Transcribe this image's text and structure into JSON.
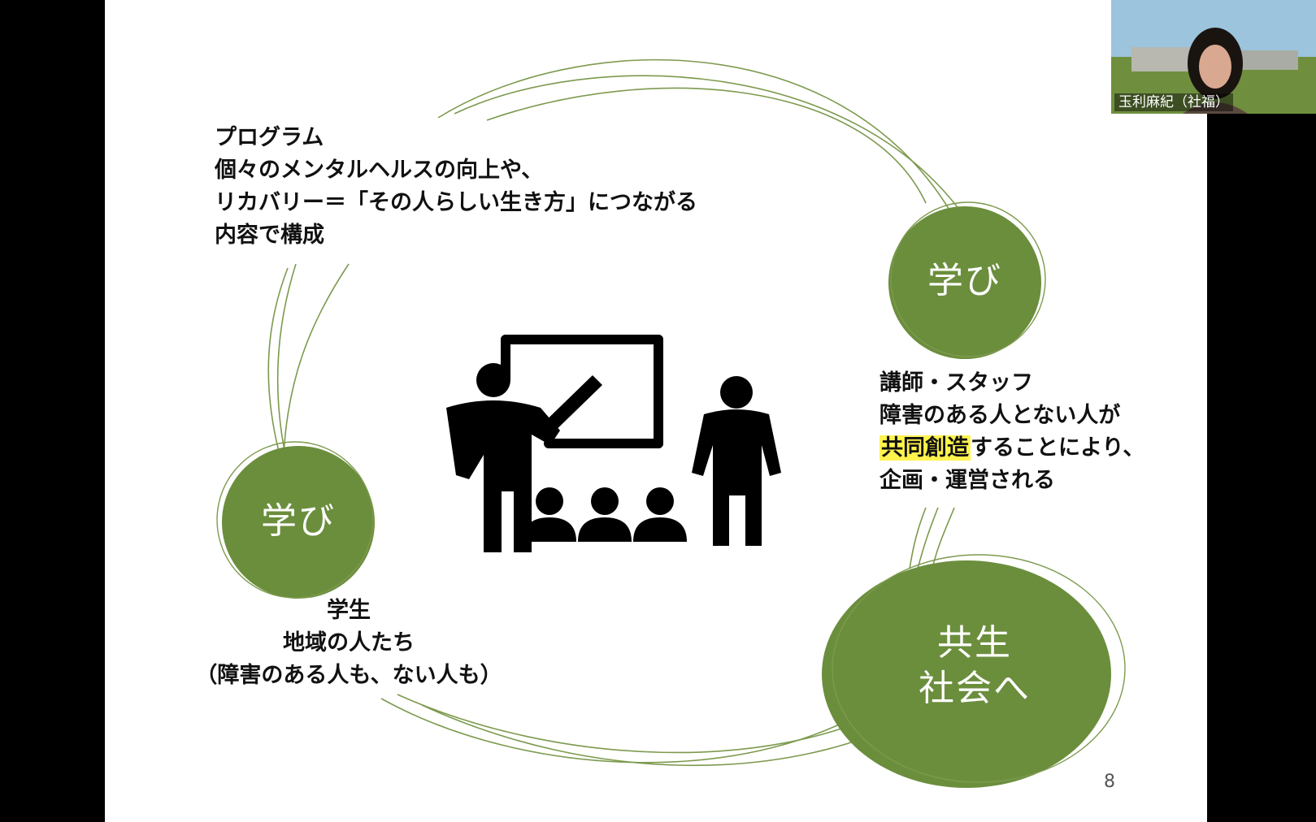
{
  "slide": {
    "program_heading": "プログラム",
    "program_lines": [
      "個々のメンタルヘルスの向上や、",
      "リカバリー＝「その人らしい生き方」につながる",
      "内容で構成"
    ],
    "manabi_right": "学び",
    "manabi_left": "学び",
    "staff_heading": "講師・スタッフ",
    "staff_line1": "障害のある人とない人が",
    "staff_line2_highlight": "共同創造",
    "staff_line2_rest": "することにより、",
    "staff_line3": "企画・運営される",
    "student_heading": "学生",
    "student_line1": "地域の人たち",
    "student_line2": "（障害のある人も、ない人も）",
    "kyosei_line1": "共生",
    "kyosei_line2": "社会へ",
    "page_number": "8",
    "highlight_color": "#fff34d",
    "circle_color": "#6b8e3d"
  },
  "video": {
    "participant_name": "玉利麻紀（社福）"
  }
}
